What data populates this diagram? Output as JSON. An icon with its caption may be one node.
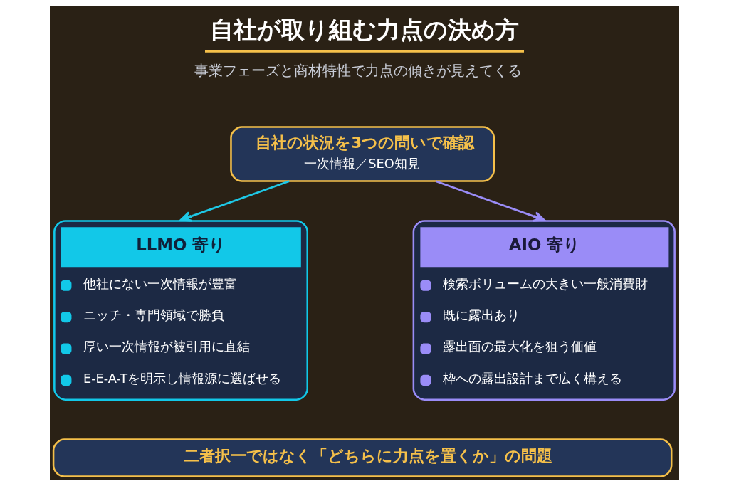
{
  "diagram": {
    "title": "自社が取り組む力点の決め方",
    "nodes": [
      {
        "text": [
          "自社の状況を3つの問いで確認",
          "一次情報／SEO知見"
        ]
      },
      {
        "text": [
          "LLMO 寄り",
          "他社にない一次情報が豊富",
          "ニッチ・専門領域で勝負",
          "厚い一次情報が被引用に直結",
          "E-E-A-Tを明示し情報源に選ばせる"
        ]
      },
      {
        "text": [
          "AIO 寄り",
          "検索ボリュームの大きい一般消費財",
          "既に露出あり",
          "露出面の最大化を狙う価値",
          "枠への露出設計まで広く構える"
        ]
      },
      {
        "text": [
          "二者択一ではなく「どちらに力点を置くか」の問題"
        ]
      }
    ],
    "edges": [
      {
        "from": 0,
        "to": 1,
        "arrow": "to",
        "color": "#1ec8e6"
      },
      {
        "from": 0,
        "to": 2,
        "arrow": "to",
        "color": "#9a8cf7"
      }
    ],
    "labels": [
      "事業フェーズと商材特性で力点の傾きが見えてくる"
    ]
  }
}
